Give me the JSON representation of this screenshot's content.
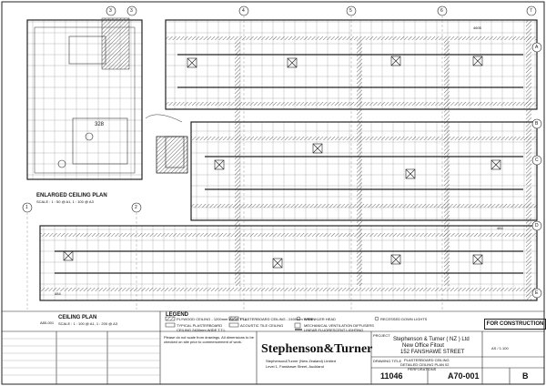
{
  "grid": {
    "columns": [
      "3",
      "3",
      "4",
      "5",
      "6",
      "7"
    ],
    "rows": [
      "A",
      "B",
      "C",
      "D",
      "E"
    ],
    "sub_marks": [
      "1",
      "2"
    ]
  },
  "plans": {
    "enlarged_label": "ENLARGED CEILING PLAN",
    "enlarged_scale": "SCALE : 1 : 50 @ A1, 1 : 100 @ A3",
    "ceiling_label": "CEILING PLAN",
    "ceiling_scale": "SCALE : 1 : 100 @ A1, 1 : 200 @ A3",
    "view_tag": "A80-001",
    "room_no": "328",
    "dims": [
      "4605",
      "484",
      "484"
    ]
  },
  "legend": {
    "title": "LEGEND",
    "items": [
      "PLYWOOD CEILING - 1200mm WIDE T.T.L",
      "TYPICAL PLASTERBOARD CEILING 2400mm WIDE T.T.L",
      "PLASTERBOARD CEILING - 2400mm WIDE",
      "ACOUSTIC TILE CEILING",
      "SPRINKLER HEAD",
      "MECHANICAL VENTILATION DIFFUSERS",
      "LINEAR FLUORESCENT LIGHTING",
      "RECESSED DOWN LIGHTS"
    ]
  },
  "notes": "Please do not scale from drawings. All dimensions to be checked on site prior to commencement of work.",
  "firm": {
    "name": "Stephenson&Turner",
    "address": "Stephenson&Turner (New Zealand) Limited",
    "contact": "Level 1, Fanshawe Street, Auckland"
  },
  "project": {
    "label": "PROJECT",
    "line1": "Stephenson & Turner ( NZ ) Ltd",
    "line2": "New Office Fitout",
    "line3": "152 FANSHAWE STREET"
  },
  "drawing": {
    "label": "DRAWING TITLE",
    "title1": "PLASTERBOARD CEILING",
    "title2": "DETAILED CEILING PLAN 02",
    "title3": "PERFORATIONS"
  },
  "status": "FOR CONSTRUCTION",
  "meta": {
    "scale": "AS / 1:100",
    "job": "11046",
    "number": "A70-001",
    "revision": "B"
  },
  "colors": {
    "ink": "#111111",
    "hatch": "#555555",
    "paper": "#ffffff"
  }
}
